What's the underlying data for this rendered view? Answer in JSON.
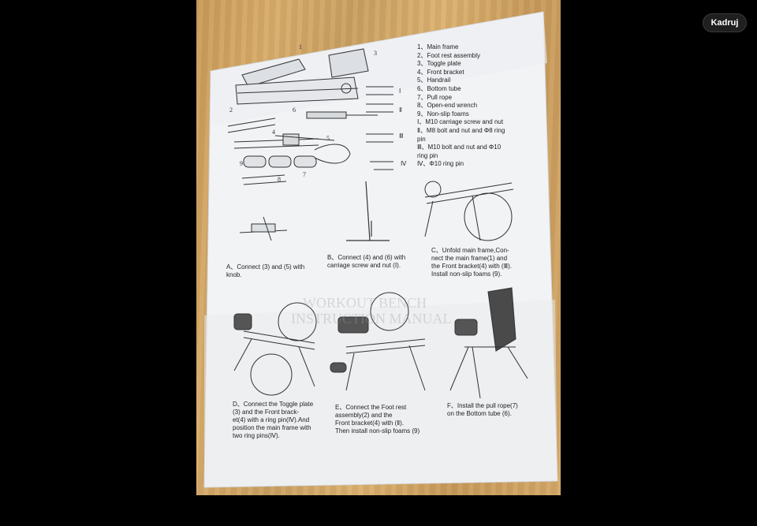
{
  "toolbar": {
    "crop_label": "Kadruj"
  },
  "manual": {
    "parts": [
      "1、Main frame",
      "2、Foot rest assembly",
      "3、Toggle plate",
      "4、Front bracket",
      "5、Handrail",
      "6、Bottom tube",
      "7、Pull rope",
      "8、Open-end wrench",
      "9、Non-slip foams",
      "Ⅰ、M10 carriage screw and nut",
      "Ⅱ、M8 bolt and nut and Φ8 ring",
      "pin",
      "Ⅲ、M10 bolt and nut and Φ10",
      "ring pin",
      "Ⅳ、Φ10 ring pin"
    ],
    "step_a": [
      "A、Connect (3) and (5) with",
      "knob."
    ],
    "step_b": [
      "B、Connect (4) and (6) with",
      "carriage screw and nut (Ⅰ)."
    ],
    "step_c": [
      "C、Unfold main frame,Con-",
      "nect the main frame(1) and",
      "the Front bracket(4) with (Ⅲ).",
      "Install non-slip foams (9)."
    ],
    "step_d": [
      "D、Connect the Toggle plate",
      "(3)  and the Front brack-",
      "et(4) with a ring pin(Ⅳ).And",
      "position the main frame with",
      "two ring pins(Ⅳ)."
    ],
    "step_e": [
      "E、Connect the   Foot rest",
      "assembly(2) and the",
      "Front bracket(4)  with (Ⅱ).",
      "Then install non-slip foams (9)"
    ],
    "step_f": [
      "F、Install the pull rope(7)",
      "on the  Bottom tube (6)."
    ],
    "callouts": [
      "1",
      "2",
      "3",
      "4",
      "5",
      "6",
      "7",
      "8",
      "9",
      "Ⅰ",
      "Ⅱ",
      "Ⅲ",
      "Ⅳ"
    ]
  }
}
